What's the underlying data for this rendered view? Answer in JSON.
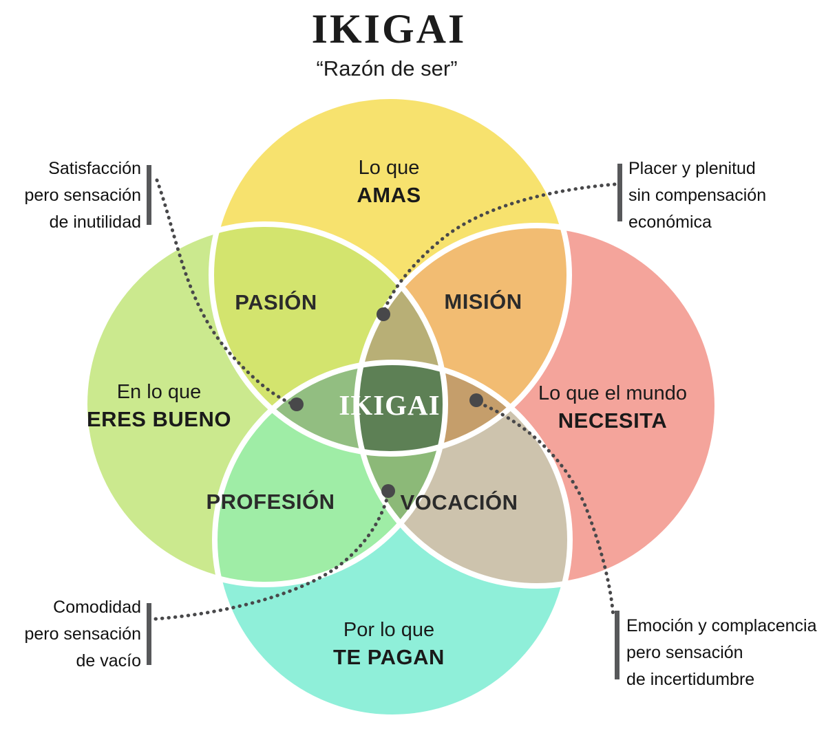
{
  "title": "IKIGAI",
  "subtitle": "“Razón de ser”",
  "center": {
    "label": "IKIGAI",
    "color": "#5D8055"
  },
  "circles": {
    "top": {
      "line1": "Lo que",
      "line2": "AMAS",
      "color": "#F7E26E"
    },
    "left": {
      "line1": "En lo que",
      "line2": "ERES BUENO",
      "color": "#CBE98E"
    },
    "right": {
      "line1": "Lo que el mundo",
      "line2": "NECESITA",
      "color": "#F4A49B"
    },
    "bottom": {
      "line1": "Por lo que",
      "line2": "TE PAGAN",
      "color": "#8FEFD9"
    }
  },
  "intersections": {
    "pasion": {
      "label": "PASIÓN",
      "color": "#D3E46E"
    },
    "mision": {
      "label": "MISIÓN",
      "color": "#F2BC72"
    },
    "profesion": {
      "label": "PROFESIÓN",
      "color": "#9FEDA6"
    },
    "vocacion": {
      "label": "VOCACIÓN",
      "color": "#CDC3AD"
    },
    "upper_wedge_color": "#B8AF76",
    "left_wedge_color": "#92BE81",
    "right_wedge_color": "#C59E6B",
    "lower_wedge_color": "#8CB978"
  },
  "annotations": {
    "top_left": {
      "lines": [
        "Satisfacción",
        "pero sensación",
        "de inutilidad"
      ]
    },
    "top_right": {
      "lines": [
        "Placer y plenitud",
        "sin compensación",
        "económica"
      ]
    },
    "bottom_left": {
      "lines": [
        "Comodidad",
        "pero sensación",
        "de vacío"
      ]
    },
    "bottom_right": {
      "lines": [
        "Emoción y complacencia",
        "pero sensación",
        "de incertidumbre"
      ]
    }
  },
  "connector_color": "#48484a",
  "bar_color": "#57585a",
  "outline_color": "#ffffff"
}
